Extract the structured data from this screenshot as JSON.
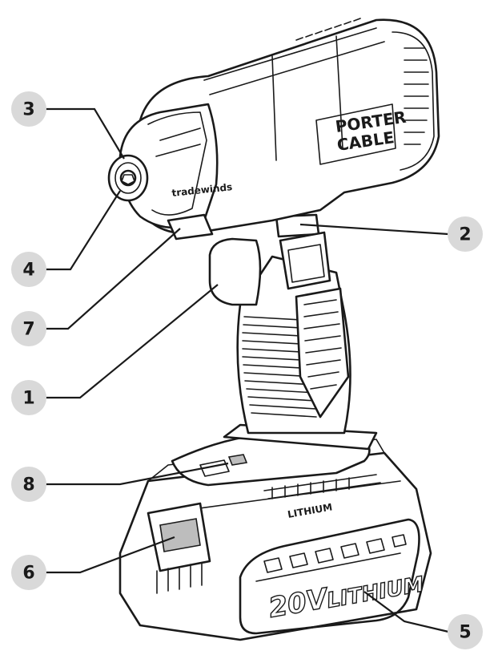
{
  "diagram": {
    "brand_logo": {
      "line1": "PORTER",
      "line2": "CABLE"
    },
    "body_text": "tradewinds",
    "battery": {
      "voltage_label": "20V",
      "chemistry_label": "LITHIUM",
      "top_label": "LITHIUM"
    },
    "callouts": [
      {
        "id": "3",
        "label": "3"
      },
      {
        "id": "4",
        "label": "4"
      },
      {
        "id": "7",
        "label": "7"
      },
      {
        "id": "1",
        "label": "1"
      },
      {
        "id": "2",
        "label": "2"
      },
      {
        "id": "8",
        "label": "8"
      },
      {
        "id": "6",
        "label": "6"
      },
      {
        "id": "5",
        "label": "5"
      }
    ]
  }
}
